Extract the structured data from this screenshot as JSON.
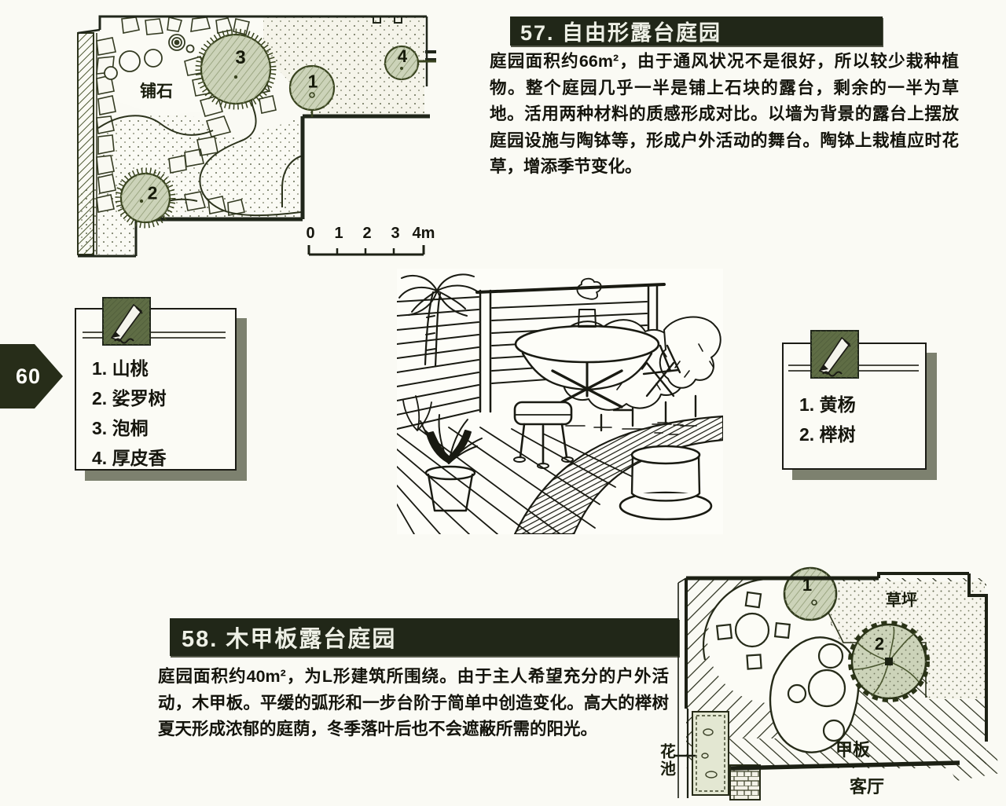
{
  "page": {
    "number": "60"
  },
  "section57": {
    "title": "57. 自由形露台庭园",
    "body": "庭园面积约66m²，由于通风状况不是很好，所以较少栽种植物。整个庭园几乎一半是铺上石块的露台，剩余的一半为草地。活用两种材料的质感形成对比。以墙为背景的露台上摆放庭园设施与陶钵等，形成户外活动的舞台。陶钵上栽植应时花草，增添季节变化。",
    "plan": {
      "paving_label": "铺石",
      "tree_markers": [
        "1",
        "2",
        "3",
        "4"
      ],
      "scale_ticks": [
        "0",
        "1",
        "2",
        "3",
        "4m"
      ]
    },
    "legend": {
      "items": [
        "1. 山桃",
        "2. 娑罗树",
        "3. 泡桐",
        "4. 厚皮香"
      ]
    }
  },
  "section58": {
    "title": "58. 木甲板露台庭园",
    "body": "庭园面积约40m²，为L形建筑所围绕。由于主人希望充分的户外活动，木甲板。平缓的弧形和一步台阶于简单中创造变化。高大的榉树夏天形成浓郁的庭荫，冬季落叶后也不会遮蔽所需的阳光。",
    "plan": {
      "labels": {
        "lawn": "草坪",
        "deck": "甲板",
        "living_room": "客厅",
        "flower_bed": "花池"
      },
      "tree_markers": [
        "1",
        "2"
      ]
    },
    "legend": {
      "items": [
        "1. 黄杨",
        "2. 榉树"
      ]
    }
  },
  "colors": {
    "title_bar": "#212718",
    "accent_green": "#5f6d45",
    "tree_fill": "#ccd3b9",
    "plan_ink": "#252a16",
    "card_shadow": "#7d816f"
  }
}
